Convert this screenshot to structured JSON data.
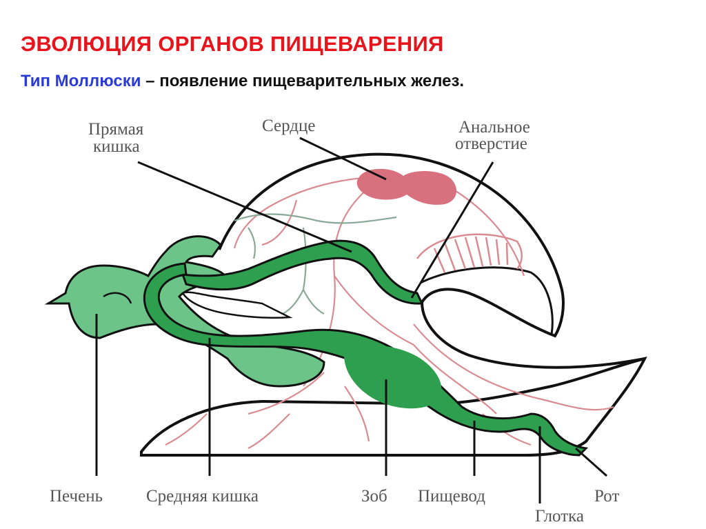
{
  "title": "ЭВОЛЮЦИЯ ОРГАНОВ ПИЩЕВАРЕНИЯ",
  "subtitle": {
    "type_label": "Тип Моллюски",
    "rest": " – появление  пищеварительных желез."
  },
  "colors": {
    "title": "#e8141c",
    "type_label": "#2a3bd8",
    "gut_dark": "#2e9e4f",
    "gland_light": "#6cc488",
    "heart": "#d9707e",
    "vessels": "#d98b91",
    "nerves": "#8aa896"
  },
  "labels": {
    "rectum_line1": "Прямая",
    "rectum_line2": "кишка",
    "heart": "Сердце",
    "anus_line1": "Анальное",
    "anus_line2": "отверстие",
    "liver": "Печень",
    "midgut": "Средняя кишка",
    "crop": "Зоб",
    "esophagus": "Пищевод",
    "mouth": "Рот",
    "pharynx": "Глотка"
  }
}
